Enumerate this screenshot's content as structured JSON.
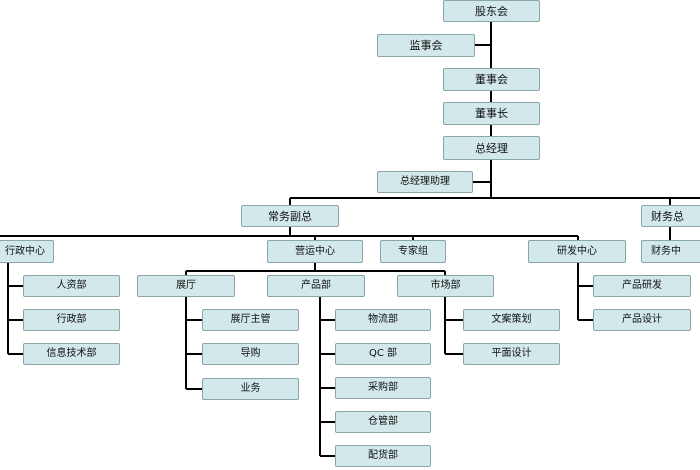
{
  "chart": {
    "nodes": {
      "shareholders": "股东会",
      "supervisors": "监事会",
      "board": "董事会",
      "chairman": "董事长",
      "gm": "总经理",
      "gm_assistant": "总经理助理",
      "exec_vp": "常务副总",
      "finance_vp": "财务总",
      "admin_center": "行政中心",
      "operations_center": "营运中心",
      "expert_group": "专家组",
      "rd_center": "研发中心",
      "finance_center": "财务中",
      "hr_dept": "人资部",
      "admin_dept": "行政部",
      "it_dept": "信息技术部",
      "showroom": "展厅",
      "product_dept": "产品部",
      "marketing_dept": "市场部",
      "showroom_manager": "展厅主管",
      "guide": "导购",
      "business": "业务",
      "logistics_dept": "物流部",
      "qc_dept": "QC 部",
      "purchasing_dept": "采购部",
      "warehouse_dept": "仓管部",
      "distribution_dept": "配货部",
      "copy_planning": "文案策划",
      "graphic_design": "平面设计",
      "product_rd": "产品研发",
      "product_design": "产品设计"
    }
  }
}
